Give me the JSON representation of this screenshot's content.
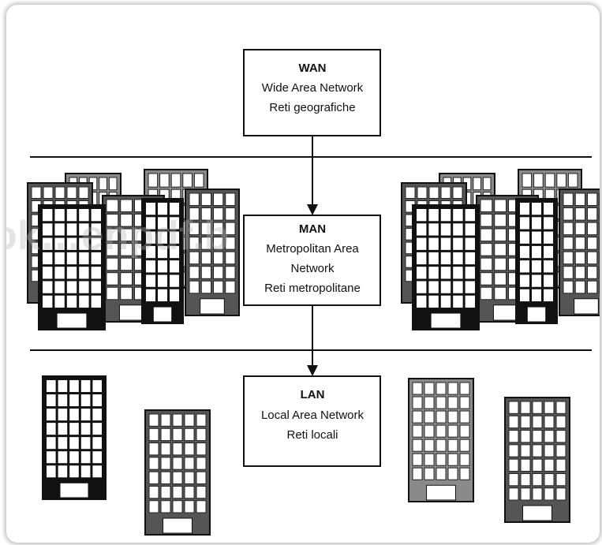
{
  "watermark": "ok…enpdf.b",
  "levels": {
    "wan": {
      "title": "WAN",
      "line1": "Wide Area Network",
      "line2": "Reti geografiche"
    },
    "man": {
      "title": "MAN",
      "line1": "Metropolitan Area",
      "line2": "Network",
      "line3": "Reti metropolitane"
    },
    "lan": {
      "title": "LAN",
      "line1": "Local Area Network",
      "line2": "Reti locali"
    }
  },
  "colors": {
    "stroke": "#111111",
    "dark_building": "#111111",
    "gray_building": "#555555",
    "light_building": "#8a8a8a"
  }
}
